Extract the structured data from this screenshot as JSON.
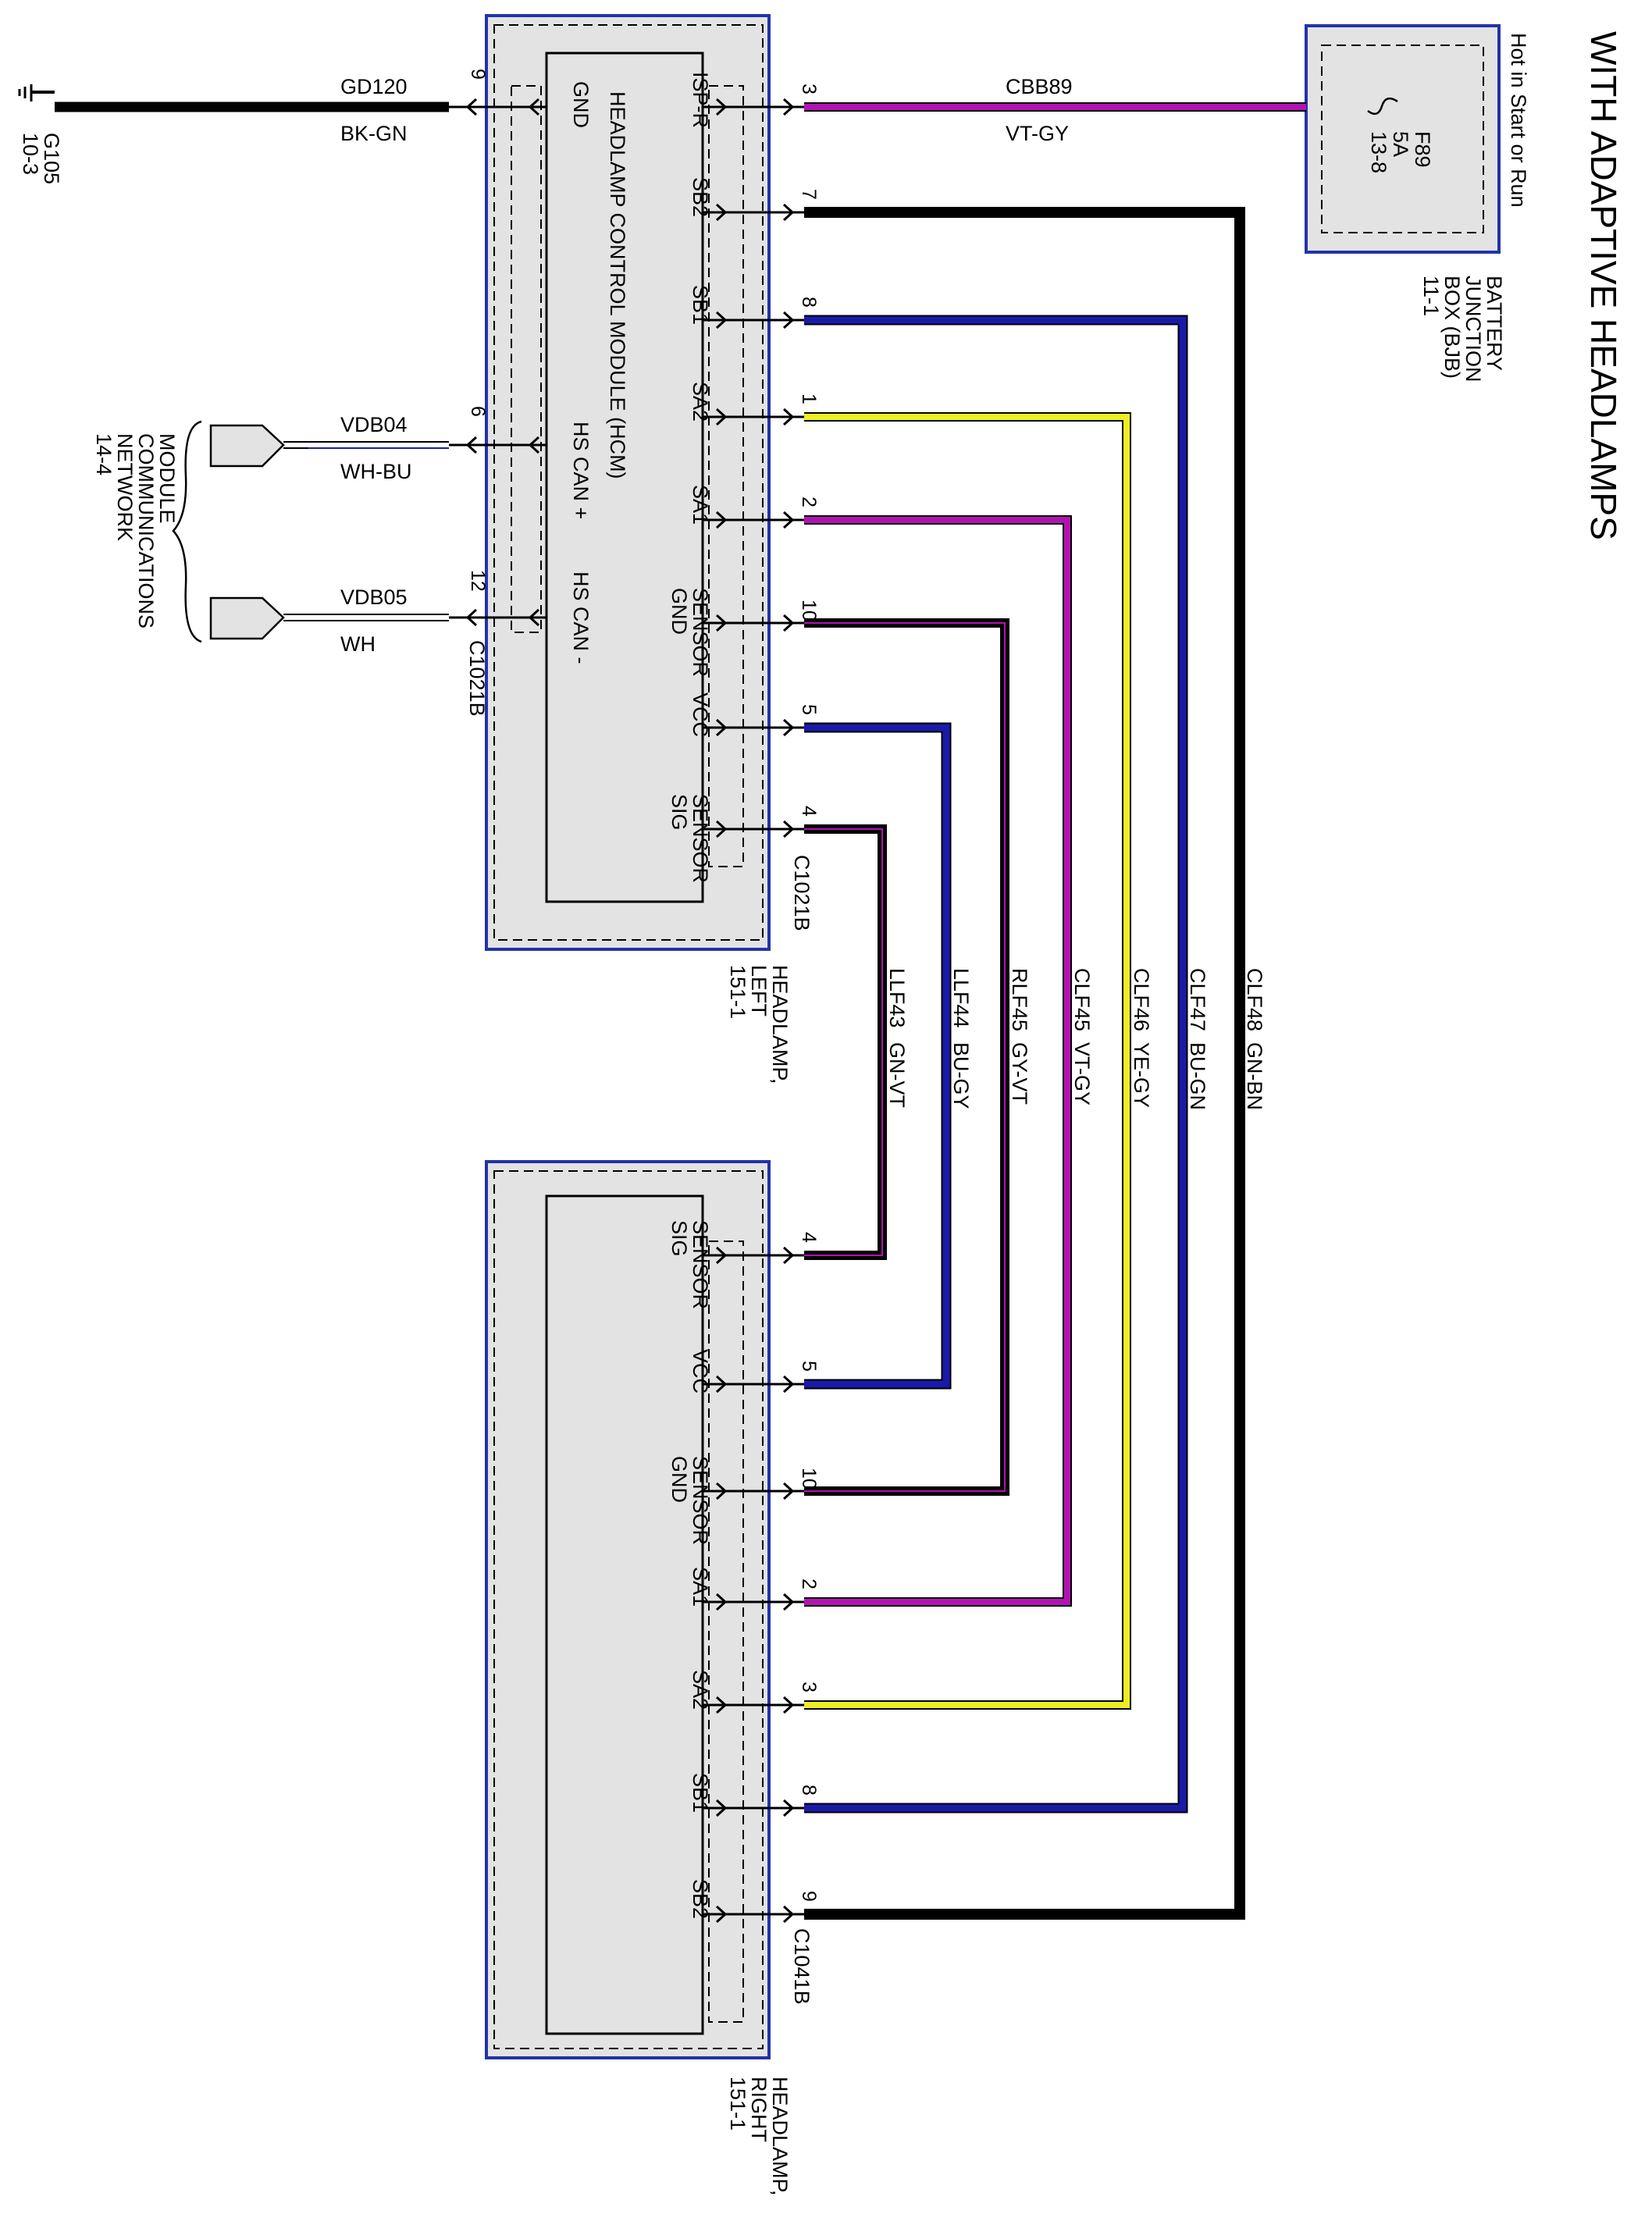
{
  "diagram_title": "WITH ADAPTIVE HEADLAMPS",
  "colors": {
    "violet": "#b312b3",
    "black": "#000000",
    "blue": "#1a1aa8",
    "yellow": "#eeee22",
    "box_fill": "#e3e3e3",
    "box_border": "#2233aa"
  },
  "power_source": {
    "hot_note": "Hot in Start or Run",
    "fuse": {
      "name": "F89",
      "rating": "5A",
      "ref": "13-8"
    },
    "box": {
      "line1": "BATTERY",
      "line2": "JUNCTION",
      "line3": "BOX (BJB)",
      "ref": "11-1"
    }
  },
  "ground": {
    "name": "G105",
    "ref": "10-3"
  },
  "network": {
    "line1": "MODULE",
    "line2": "COMMUNICATIONS",
    "line3": "NETWORK",
    "ref": "14-4"
  },
  "left_headlamp": {
    "line1": "HEADLAMP,",
    "line2": "LEFT",
    "ref": "151-1",
    "module_title": "HEADLAMP CONTROL MODULE (HCM)",
    "connector_signal": "C1021B",
    "connector_power": "C1021B",
    "pins_left": [
      {
        "pin": "9",
        "label": "GND"
      },
      {
        "pin": "6",
        "label": "HS CAN +"
      },
      {
        "pin": "12",
        "label": "HS CAN -"
      }
    ],
    "pins_right": [
      {
        "pin": "3",
        "label": "ISP-R"
      },
      {
        "pin": "7",
        "label": "SB2"
      },
      {
        "pin": "8",
        "label": "SB1"
      },
      {
        "pin": "1",
        "label": "SA2"
      },
      {
        "pin": "2",
        "label": "SA1"
      },
      {
        "pin": "10",
        "label": "SENSOR",
        "label2": "GND"
      },
      {
        "pin": "5",
        "label": "VCC"
      },
      {
        "pin": "4",
        "label": "SENSOR",
        "label2": "SIG"
      }
    ]
  },
  "right_headlamp": {
    "line1": "HEADLAMP,",
    "line2": "RIGHT",
    "ref": "151-1",
    "connector": "C1041B",
    "pins": [
      {
        "pin": "4",
        "label": "SENSOR",
        "label2": "SIG"
      },
      {
        "pin": "5",
        "label": "VCC"
      },
      {
        "pin": "10",
        "label": "SENSOR",
        "label2": "GND"
      },
      {
        "pin": "2",
        "label": "SA1"
      },
      {
        "pin": "3",
        "label": "SA2"
      },
      {
        "pin": "8",
        "label": "SB1"
      },
      {
        "pin": "9",
        "label": "SB2"
      }
    ]
  },
  "wires": {
    "gd120": {
      "circuit": "GD120",
      "color_code": "BK-GN"
    },
    "cbb89": {
      "circuit": "CBB89",
      "color_code": "VT-GY"
    },
    "vdb04": {
      "circuit": "VDB04",
      "color_code": "WH-BU"
    },
    "vdb05": {
      "circuit": "VDB05",
      "color_code": "WH"
    },
    "legend": [
      {
        "circuit": "LLF43",
        "color_code": "GN-VT"
      },
      {
        "circuit": "LLF44",
        "color_code": "BU-GY"
      },
      {
        "circuit": "RLF45",
        "color_code": "GY-VT"
      },
      {
        "circuit": "CLF45",
        "color_code": "VT-GY"
      },
      {
        "circuit": "CLF46",
        "color_code": "YE-GY"
      },
      {
        "circuit": "CLF47",
        "color_code": "BU-GN"
      },
      {
        "circuit": "CLF48",
        "color_code": "GN-BN"
      }
    ]
  }
}
